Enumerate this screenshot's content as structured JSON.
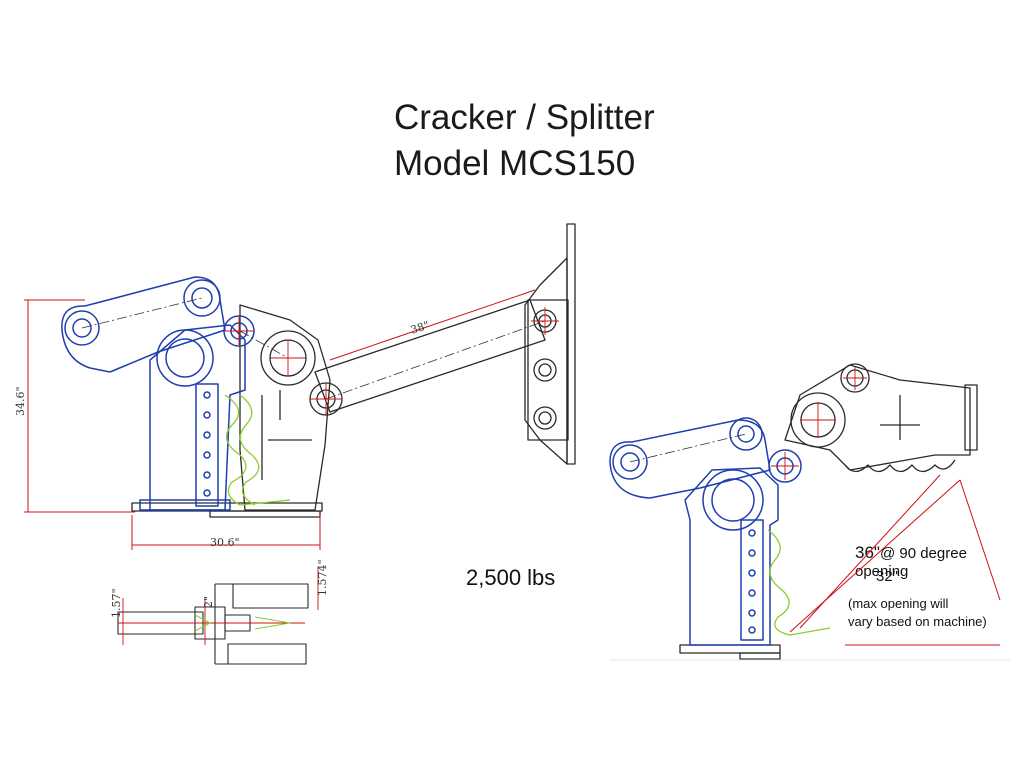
{
  "title": {
    "line1": "Cracker / Splitter",
    "line2": "Model MCS150"
  },
  "weight": "2,500 lbs",
  "dimensions": {
    "height": "34.6\"",
    "width": "30.6\"",
    "arm": "38\"",
    "pin_a": "1.57\"",
    "pin_b": "2\"",
    "pin_c": "1.574\""
  },
  "opening": {
    "value_36": "36\"",
    "label_36": "@ 90 degree opening",
    "value_32": "32\"",
    "note_line1": "(max opening will",
    "note_line2": "vary based on machine)"
  },
  "colors": {
    "outline": "#2a2a2a",
    "frame": "#1f3fb0",
    "dimension": "#d01010",
    "jaw": "#8ccc2a"
  }
}
